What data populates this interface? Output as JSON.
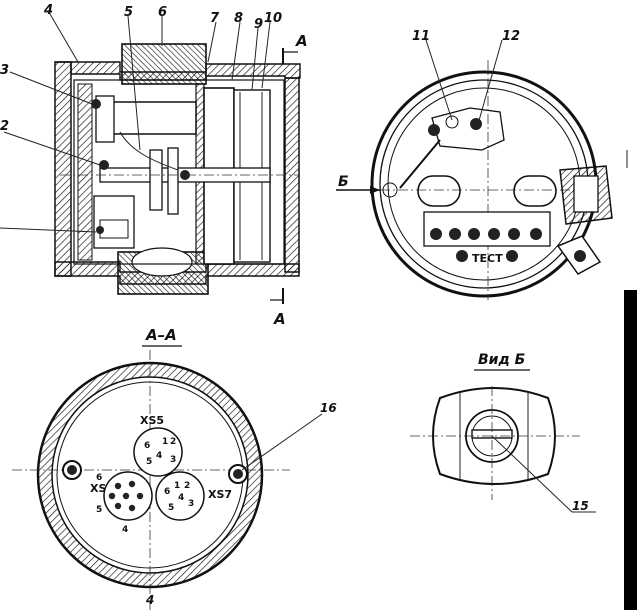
{
  "drawing": {
    "callouts_top": [
      "4",
      "5",
      "6",
      "7",
      "8",
      "9",
      "10"
    ],
    "callouts_left": [
      "3",
      "2"
    ],
    "callouts_right_view": [
      "11",
      "12"
    ],
    "section_mark": "A",
    "view_arrow_label": "Б",
    "test_label": "ТЕСТ",
    "section_title": "А–А",
    "view_title": "Вид Б",
    "connectors": {
      "xs5": "ХS5",
      "xs6": "ХS6",
      "xs7": "ХS7"
    },
    "pin_labels_xs5": [
      "1",
      "2",
      "3",
      "4",
      "5",
      "6"
    ],
    "pin_labels_xs6": [
      "4",
      "5",
      "6"
    ],
    "pin_labels_xs7": [
      "1",
      "2",
      "3",
      "4",
      "5",
      "6"
    ],
    "callout_16": "16",
    "callout_15": "15",
    "bottom_number": "4"
  },
  "colors": {
    "ink": "#111111",
    "paper": "#ffffff",
    "edge": "#000000"
  }
}
